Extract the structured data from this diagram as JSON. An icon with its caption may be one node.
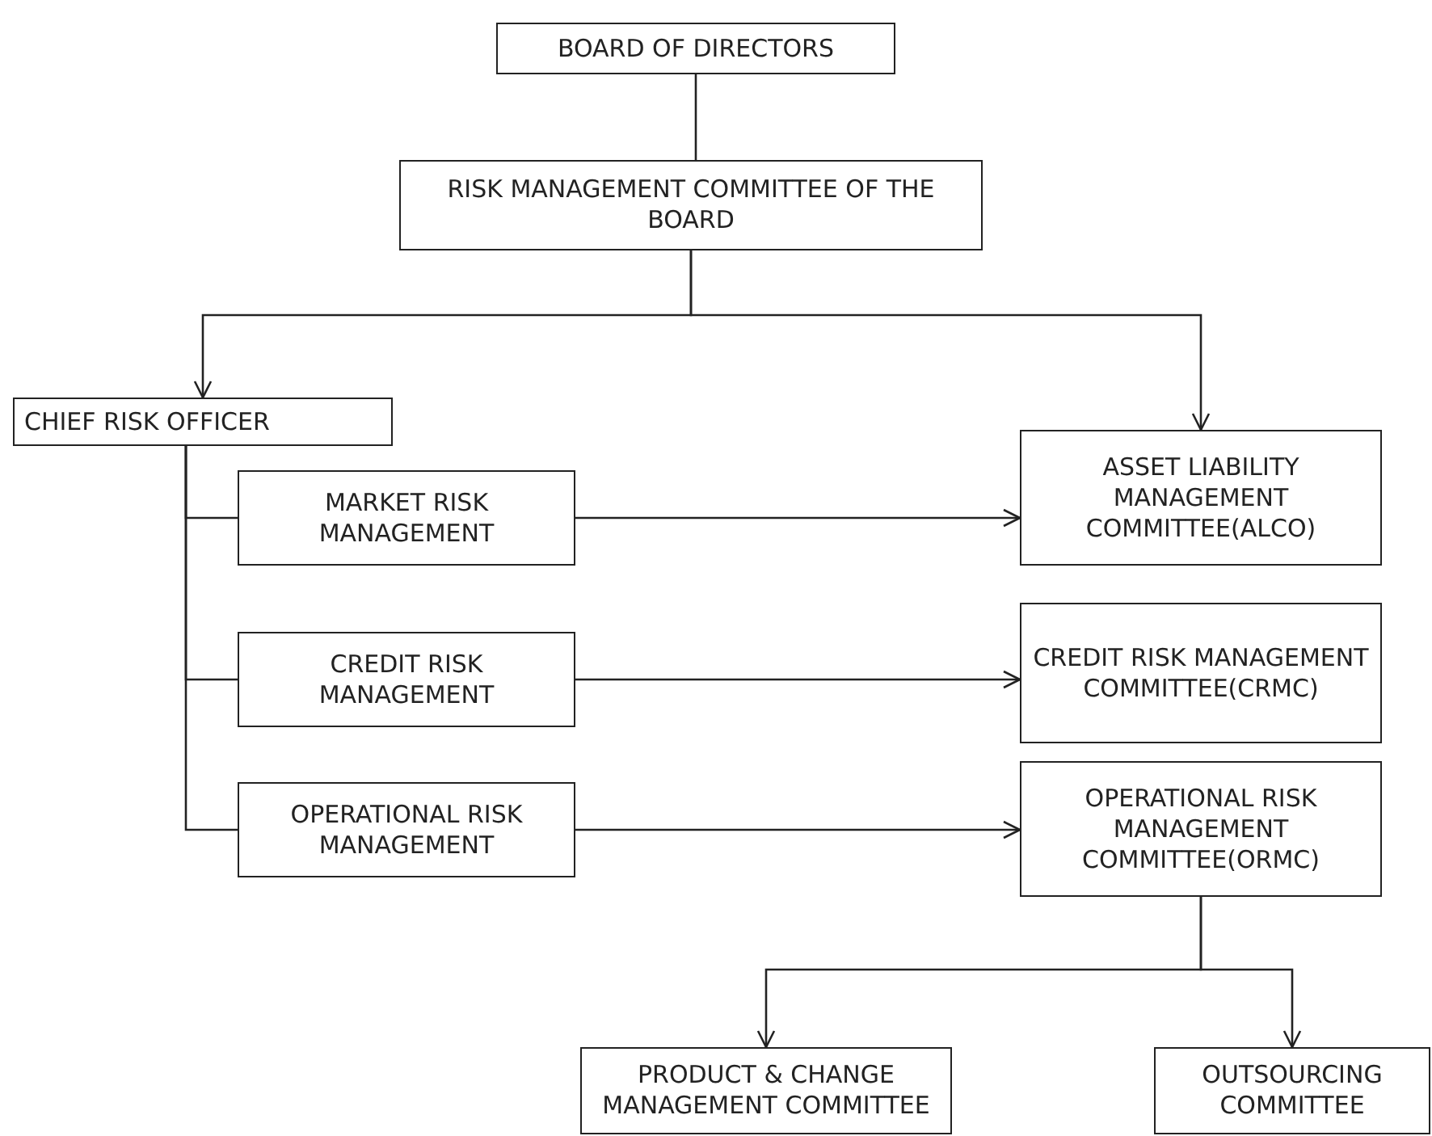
{
  "diagram": {
    "nodes": [
      {
        "text": [
          "BOARD OF DIRECTORS"
        ]
      },
      {
        "text": [
          "RISK MANAGEMENT COMMITTEE OF THE BOARD"
        ]
      },
      {
        "text": [
          "CHIEF RISK OFFICER"
        ]
      },
      {
        "text": [
          "MARKET RISK MANAGEMENT"
        ]
      },
      {
        "text": [
          "CREDIT RISK MANAGEMENT"
        ]
      },
      {
        "text": [
          "OPERATIONAL RISK MANAGEMENT"
        ]
      },
      {
        "text": [
          "ASSET LIABILITY MANAGEMENT COMMITTEE(ALCO)"
        ]
      },
      {
        "text": [
          "CREDIT RISK MANAGEMENT COMMITTEE(CRMC)"
        ]
      },
      {
        "text": [
          "OPERATIONAL RISK MANAGEMENT COMMITTEE(ORMC)"
        ]
      },
      {
        "text": [
          "PRODUCT & CHANGE MANAGEMENT COMMITTEE"
        ]
      },
      {
        "text": [
          "OUTSOURCING COMMITTEE"
        ]
      }
    ],
    "edges": [
      {
        "from": 0,
        "to": 1,
        "arrow": "none"
      },
      {
        "from": 1,
        "to": 2,
        "arrow": "to"
      },
      {
        "from": 1,
        "to": 6,
        "arrow": "to"
      },
      {
        "from": 2,
        "to": 3,
        "arrow": "none"
      },
      {
        "from": 2,
        "to": 4,
        "arrow": "none"
      },
      {
        "from": 2,
        "to": 5,
        "arrow": "none"
      },
      {
        "from": 3,
        "to": 6,
        "arrow": "to"
      },
      {
        "from": 4,
        "to": 7,
        "arrow": "to"
      },
      {
        "from": 5,
        "to": 8,
        "arrow": "to"
      },
      {
        "from": 8,
        "to": 9,
        "arrow": "to"
      },
      {
        "from": 8,
        "to": 10,
        "arrow": "to"
      }
    ]
  }
}
